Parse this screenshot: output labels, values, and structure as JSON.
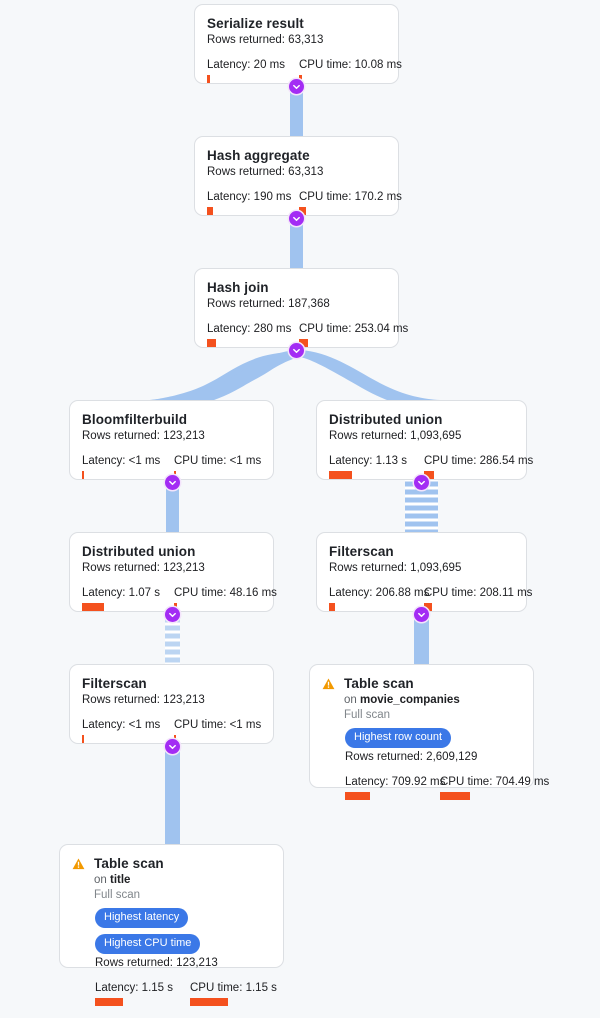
{
  "canvas": {
    "background": "#f6f8fa",
    "connector_color": "#a0c3ef",
    "chevron_color": "#a32cf4",
    "bar_color": "#f4511e",
    "badge_color": "#3b78e7",
    "warning_color": "#f29900"
  },
  "labels": {
    "rows_prefix": "Rows returned:",
    "latency_prefix": "Latency:",
    "cpu_prefix": "CPU time:",
    "on_prefix": "on",
    "full_scan": "Full scan"
  },
  "nodes": [
    {
      "id": "serialize-result",
      "title": "Serialize result",
      "rows": "Rows returned: 63,313",
      "latency": "Latency: 20 ms",
      "cpu": "CPU time: 10.08 ms",
      "latency_bar": 3,
      "cpu_bar": 3,
      "warning": false,
      "badges": []
    },
    {
      "id": "hash-aggregate",
      "title": "Hash aggregate",
      "rows": "Rows returned: 63,313",
      "latency": "Latency: 190 ms",
      "cpu": "CPU time: 170.2 ms",
      "latency_bar": 6,
      "cpu_bar": 7,
      "warning": false,
      "badges": []
    },
    {
      "id": "hash-join",
      "title": "Hash join",
      "rows": "Rows returned: 187,368",
      "latency": "Latency: 280 ms",
      "cpu": "CPU time: 253.04 ms",
      "latency_bar": 9,
      "cpu_bar": 9,
      "warning": false,
      "badges": []
    },
    {
      "id": "bloomfilterbuild",
      "title": "Bloomfilterbuild",
      "rows": "Rows returned: 123,213",
      "latency": "Latency: <1 ms",
      "cpu": "CPU time: <1 ms",
      "latency_bar": 2,
      "cpu_bar": 2,
      "warning": false,
      "badges": []
    },
    {
      "id": "distributed-union-right",
      "title": "Distributed union",
      "rows": "Rows returned: 1,093,695",
      "latency": "Latency: 1.13 s",
      "cpu": "CPU time: 286.54 ms",
      "latency_bar": 23,
      "cpu_bar": 10,
      "warning": false,
      "badges": []
    },
    {
      "id": "distributed-union-left",
      "title": "Distributed union",
      "rows": "Rows returned: 123,213",
      "latency": "Latency: 1.07 s",
      "cpu": "CPU time: 48.16 ms",
      "latency_bar": 22,
      "cpu_bar": 3,
      "warning": false,
      "badges": []
    },
    {
      "id": "filterscan-right",
      "title": "Filterscan",
      "rows": "Rows returned: 1,093,695",
      "latency": "Latency: 206.88 ms",
      "cpu": "CPU time: 208.11 ms",
      "latency_bar": 6,
      "cpu_bar": 8,
      "warning": false,
      "badges": []
    },
    {
      "id": "filterscan-left",
      "title": "Filterscan",
      "rows": "Rows returned: 123,213",
      "latency": "Latency: <1 ms",
      "cpu": "CPU time: <1 ms",
      "latency_bar": 2,
      "cpu_bar": 2,
      "warning": false,
      "badges": []
    },
    {
      "id": "table-scan-movie-companies",
      "title": "Table scan",
      "on_table": "movie_companies",
      "scan_kind": "Full scan",
      "rows": "Rows returned: 2,609,129",
      "latency": "Latency: 709.92 ms",
      "cpu": "CPU time: 704.49 ms",
      "latency_bar": 25,
      "cpu_bar": 30,
      "warning": true,
      "badges": [
        "Highest row count"
      ]
    },
    {
      "id": "table-scan-title",
      "title": "Table scan",
      "on_table": "title",
      "scan_kind": "Full scan",
      "rows": "Rows returned: 123,213",
      "latency": "Latency: 1.15 s",
      "cpu": "CPU time: 1.15 s",
      "latency_bar": 28,
      "cpu_bar": 38,
      "warning": true,
      "badges": [
        "Highest latency",
        "Highest CPU time"
      ]
    }
  ],
  "edges": [
    {
      "from": "hash-aggregate",
      "to": "serialize-result",
      "style": "solid"
    },
    {
      "from": "hash-join",
      "to": "hash-aggregate",
      "style": "solid"
    },
    {
      "from": "bloomfilterbuild",
      "to": "hash-join",
      "style": "ribbon-left"
    },
    {
      "from": "distributed-union-right",
      "to": "hash-join",
      "style": "ribbon-right"
    },
    {
      "from": "distributed-union-left",
      "to": "bloomfilterbuild",
      "style": "solid"
    },
    {
      "from": "filterscan-right",
      "to": "distributed-union-right",
      "style": "striped-wide"
    },
    {
      "from": "filterscan-left",
      "to": "distributed-union-left",
      "style": "striped-narrow"
    },
    {
      "from": "table-scan-movie-companies",
      "to": "filterscan-right",
      "style": "solid"
    },
    {
      "from": "table-scan-title",
      "to": "filterscan-left",
      "style": "solid"
    }
  ]
}
